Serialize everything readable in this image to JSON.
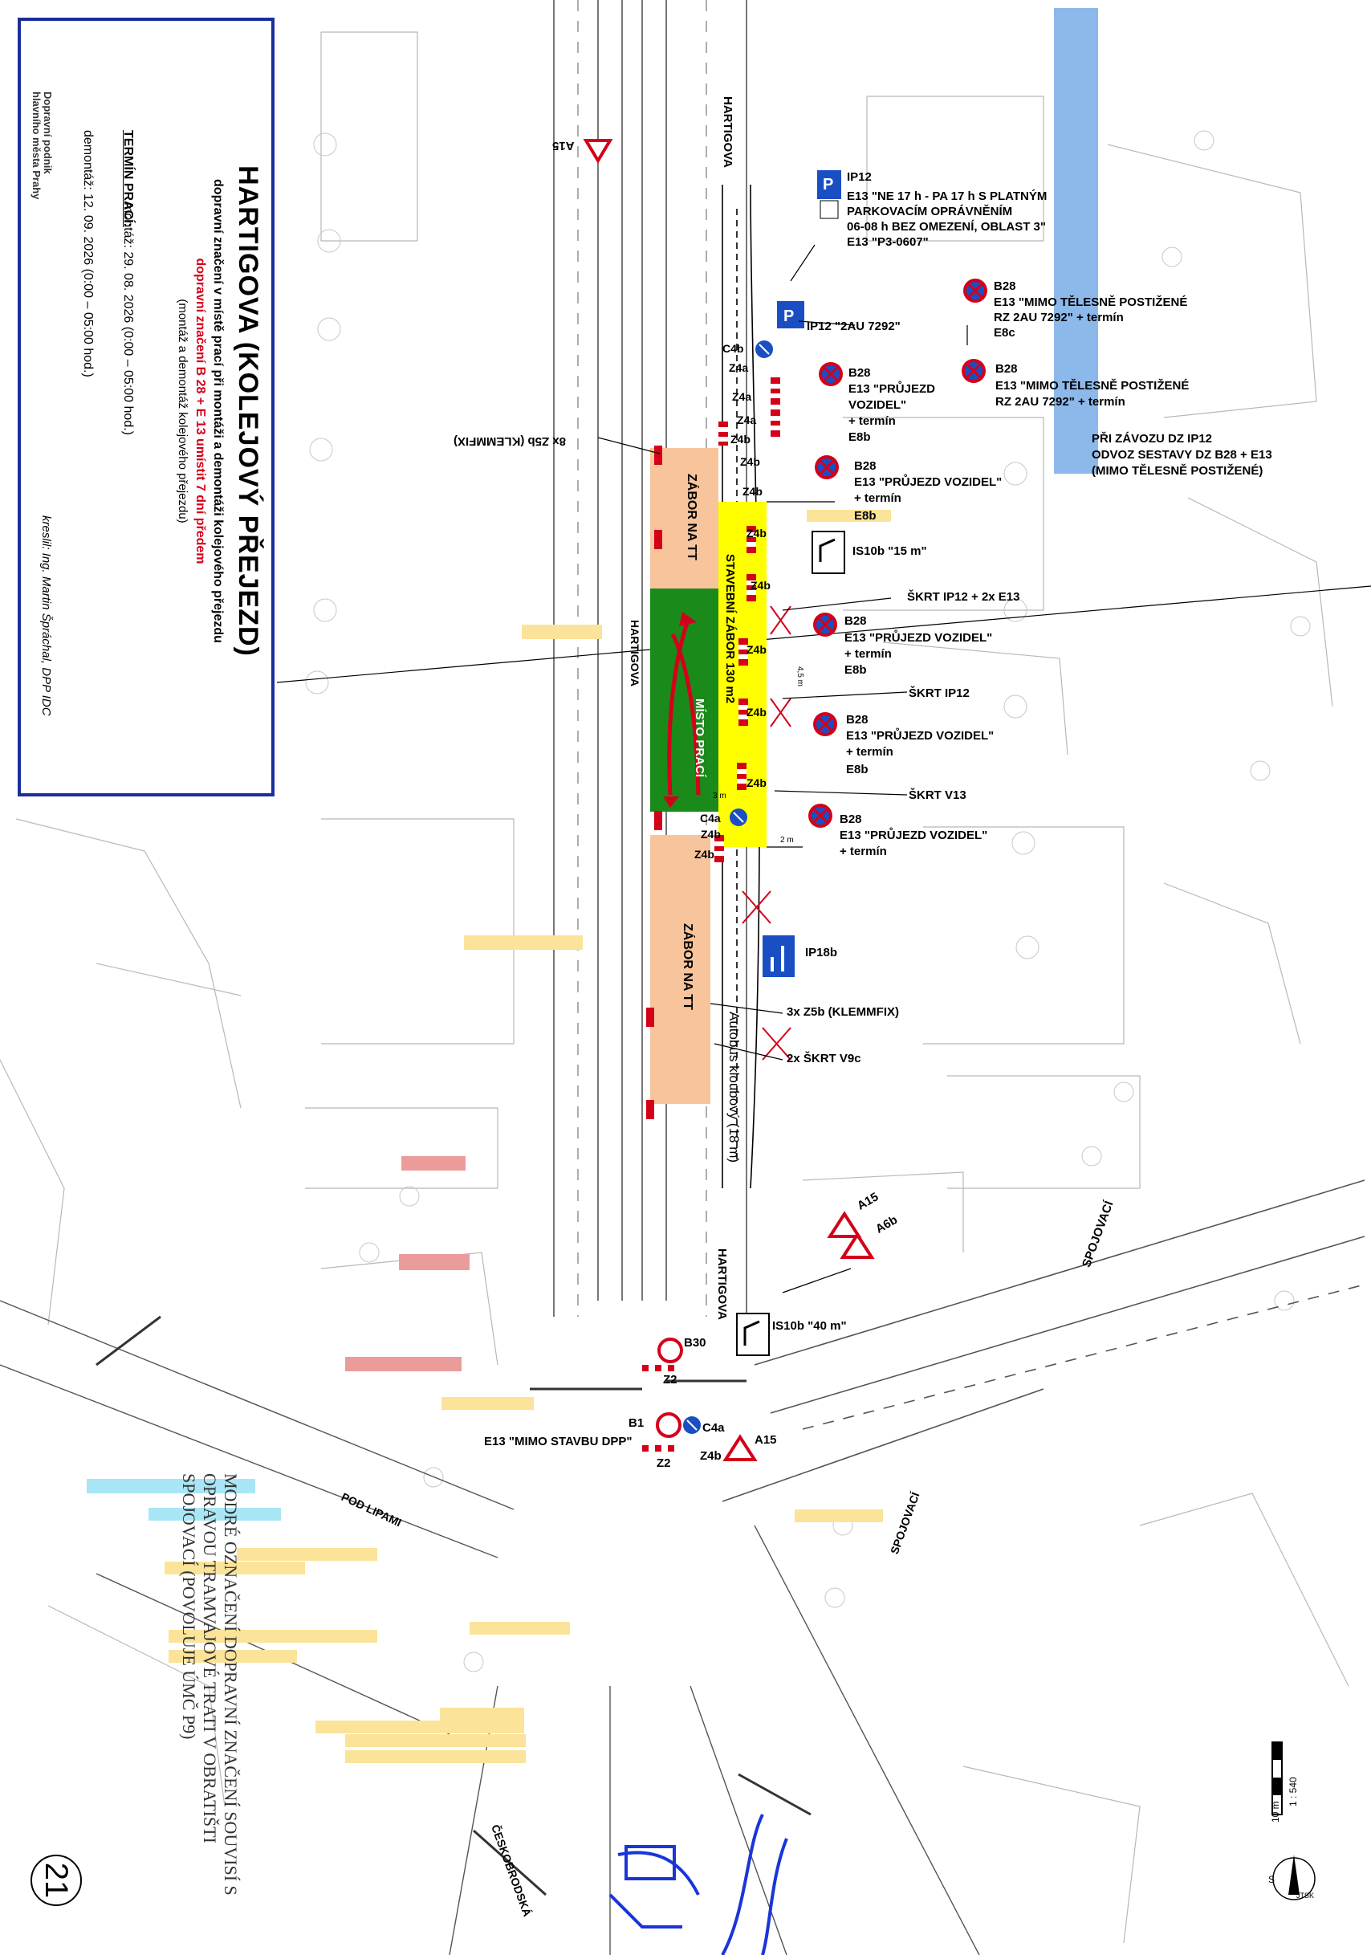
{
  "title": {
    "main": "HARTIGOVA (KOLEJOVÝ PŘEJEZD)",
    "subtitle": "dopravní značení v místě prací při montáži a demontáži kolejového přejezdu",
    "red_note": "dopravní značení B 28 + E 13 umístit 7 dní předem",
    "note": "(montáž a demontáž kolejového přejezdu)",
    "termin_label": "TERMÍN PRACÍ:",
    "montaz": "montáž: 29. 08. 2026 (0:00 – 05:00 hod.)",
    "demontaz": "demontáž: 12. 09. 2026 (0:00 – 05:00 hod.)",
    "kreslil": "kreslil: Ing. Martin Špráchal, DPP IDC",
    "company_line1": "Dopravní podnik",
    "company_line2": "hlavního města Prahy"
  },
  "colors": {
    "frame_blue": "#1a2f9c",
    "zabor_orange": "#f8c49c",
    "stavebni_yellow": "#ffff00",
    "misto_green": "#1a8a1a",
    "parking_blue": "#8db8ea",
    "soft_yellow": "#fbe39a",
    "soft_red": "#ec9b9b",
    "light_cyan": "#a8e6f5",
    "sign_red": "#d4001a"
  },
  "streets": {
    "hartigova_top": "HARTIGOVA",
    "hartigova_mid": "HARTIGOVA",
    "hartigova_bottom": "HARTIGOVA",
    "spojovaci_1": "SPOJOVACÍ",
    "spojovaci_2": "SPOJOVACÍ",
    "pod_lipami": "POD LIPAMI",
    "ceskobrodska": "ČESKOBRODSKÁ"
  },
  "zones": {
    "zabor_top": "ZÁBOR NA TT",
    "zabor_bottom": "ZÁBOR NA TT",
    "stavebni": "STAVEBNÍ ZÁBOR 130 m2",
    "misto": "MÍSTO PRACÍ",
    "autobus": "Autobus kloubový (18 m)"
  },
  "labels": {
    "a15_top": "A15",
    "ip12_code": "IP12",
    "ip12_e13_l1": "E13 \"NE 17 h - PA 17 h S PLATNÝM",
    "ip12_e13_l2": "PARKOVACÍM OPRÁVNĚNÍM",
    "ip12_e13_l3": "06-08 h BEZ OMEZENÍ, OBLAST 3\"",
    "ip12_e13_l4": "E13 \"P3-0607\"",
    "ip12_2au": "IP12 \"2AU 7292\"",
    "b28_1_code": "B28",
    "b28_1_l1": "E13 \"MIMO TĚLESNĚ POSTIŽENÉ",
    "b28_1_l2": "RZ 2AU 7292\" + termín",
    "b28_1_l3": "E8c",
    "b28_2_code": "B28",
    "b28_2_l1": "E13 \"MIMO TĚLESNĚ POSTIŽENÉ",
    "b28_2_l2": "RZ 2AU 7292\" + termín",
    "b28_3_code": "B28",
    "b28_3_l1": "E13 \"PRŮJEZD",
    "b28_3_l2": "VOZIDEL\"",
    "b28_3_l3": "+ termín",
    "b28_3_l4": "E8b",
    "b28_4_code": "B28",
    "b28_4_l1": "E13 \"PRŮJEZD VOZIDEL\"",
    "b28_4_l2": "+ termín",
    "b28_4_l3": "E8b",
    "b28_5_code": "B28",
    "b28_5_l1": "E13 \"PRŮJEZD VOZIDEL\"",
    "b28_5_l2": "+ termín",
    "b28_5_l3": "E8b",
    "b28_6_code": "B28",
    "b28_6_l1": "E13 \"PRŮJEZD VOZIDEL\"",
    "b28_6_l2": "+ termín",
    "b28_6_l3": "E8b",
    "b28_7_code": "B28",
    "b28_7_l1": "E13 \"PRŮJEZD VOZIDEL\"",
    "b28_7_l2": "+ termín",
    "zavoz_l1": "PŘI ZÁVOZU DZ IP12",
    "zavoz_l2": "ODVOZ SESTAVY DZ B28 + E13",
    "zavoz_l3": "(MIMO TĚLESNĚ POSTIŽENÉ)",
    "klemfix_top": "8x Z5b (KLEMMFIX)",
    "is10b_15": "IS10b \"15 m\"",
    "skrt_ip12_e13": "ŠKRT IP12 + 2x E13",
    "skrt_ip12": "ŠKRT IP12",
    "skrt_v13": "ŠKRT V13",
    "ip18b": "IP18b",
    "klemfix_3": "3x Z5b (KLEMMFIX)",
    "skrt_v9c": "2x ŠKRT V9c",
    "a15_mid": "A15",
    "a6b": "A6b",
    "is10b_40": "IS10b \"40 m\"",
    "b30": "B30",
    "z2_a": "Z2",
    "b1": "B1",
    "c4a_bottom": "C4a",
    "z4b_bottom": "Z4b",
    "z2_b": "Z2",
    "a15_bottom": "A15",
    "e13_stavbu": "E13 \"MIMO STAVBU DPP\"",
    "c4b": "C4b",
    "c4a_mid": "C4a",
    "z4a_1": "Z4a",
    "z4a_2": "Z4a",
    "z4a_3": "Z4a",
    "z4b_1": "Z4b",
    "z4b_2": "Z4b",
    "z4b_3": "Z4b",
    "z4b_4": "Z4b",
    "z4b_5": "Z4b",
    "z4b_6": "Z4b",
    "z4b_7": "Z4b",
    "z4b_8": "Z4b",
    "z4b_9": "Z4b",
    "z4b_10": "Z4b",
    "dim_3m": "3 m",
    "dim_2m": "2 m",
    "dim_45m": "4,5 m"
  },
  "scale": {
    "zero": "0",
    "ten": "10 m",
    "ratio": "1 : 540"
  },
  "compass": {
    "s": "S",
    "jtsk": "JTSK"
  },
  "blue_note": "MODRÉ OZNAČENÍ DOPRAVNÍ ZNAČENÍ SOUVISÍ S OPRAVOU TRAMVAJOVÉ TRATI V OBRATIŠTI SPOJOVACÍ (POVOLUJE ÚMČ P9)",
  "page_number": "21"
}
